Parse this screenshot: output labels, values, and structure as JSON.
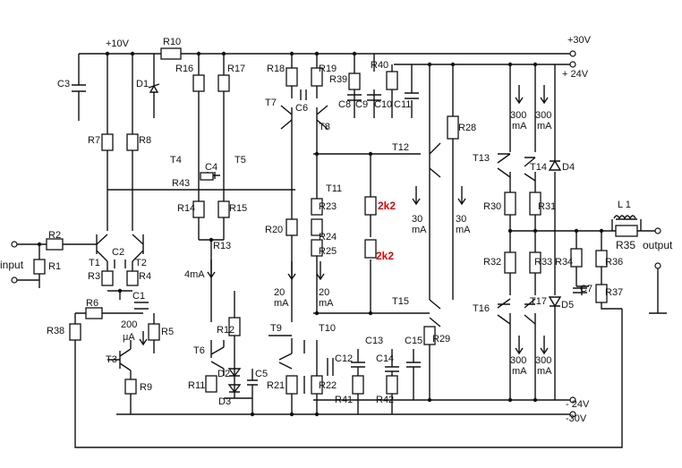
{
  "rails": {
    "plus10": "+10V",
    "plus30": "+30V",
    "plus24": "+ 24V",
    "minus24": "- 24V",
    "minus30": "-30V"
  },
  "io": {
    "input": "input",
    "output": "output"
  },
  "parts": {
    "R1": "R1",
    "R2": "R2",
    "R3": "R3",
    "R4": "R4",
    "R5": "R5",
    "R6": "R6",
    "R7": "R7",
    "R8": "R8",
    "R9": "R9",
    "R10": "R10",
    "R11": "R11",
    "R12": "R12",
    "R13": "R13",
    "R14": "R14",
    "R15": "R15",
    "R16": "R16",
    "R17": "R17",
    "R18": "R18",
    "R19": "R19",
    "R20": "R20",
    "R21": "R21",
    "R22": "R22",
    "R23": "R23",
    "R24": "R24",
    "R25": "R25",
    "R28": "R28",
    "R29": "R29",
    "R30": "R30",
    "R31": "R31",
    "R32": "R32",
    "R33": "R33",
    "R34": "R34",
    "R35": "R35",
    "R36": "R36",
    "R37": "R37",
    "R38": "R38",
    "R39": "R39",
    "R40": "R40",
    "R41": "R41",
    "R42": "R42",
    "R43": "R43",
    "C1": "C1",
    "C2": "C2",
    "C3": "C3",
    "C4": "C4",
    "C5": "C5",
    "C6": "C6",
    "C7": "C7",
    "C8": "C8",
    "C9": "C9",
    "C10": "C10",
    "C11": "C11",
    "C12": "C12",
    "C13": "C13",
    "C14": "C14",
    "C15": "C15",
    "D1": "D1",
    "D2": "D2",
    "D3": "D3",
    "D4": "D4",
    "D5": "D5",
    "L1": "L 1",
    "T1": "T1",
    "T2": "T2",
    "T3": "T3",
    "T4": "T4",
    "T5": "T5",
    "T6": "T6",
    "T7": "T7",
    "T8": "T8",
    "T9": "T9",
    "T10": "T10",
    "T11": "T11",
    "T12": "T12",
    "T13": "T13",
    "T14": "T14",
    "T15": "T15",
    "T16": "T16",
    "T17": "T17"
  },
  "values": {
    "r2k2a": "2k2",
    "r2k2b": "2k2"
  },
  "currents": {
    "i4mA": "4mA",
    "i200uA_a": "200",
    "i200uA_b": "μA",
    "i20mA_a": "20",
    "i20mA_b": "mA",
    "i20mA_c": "20",
    "i20mA_d": "mA",
    "i30mA_a": "30",
    "i30mA_b": "mA",
    "i30mA_c": "30",
    "i30mA_d": "mA",
    "i300_a": "300",
    "i300_b": "mA",
    "i300_c": "300",
    "i300_d": "mA",
    "i300_e": "300",
    "i300_f": "mA",
    "i300_g": "300",
    "i300_h": "mA"
  }
}
